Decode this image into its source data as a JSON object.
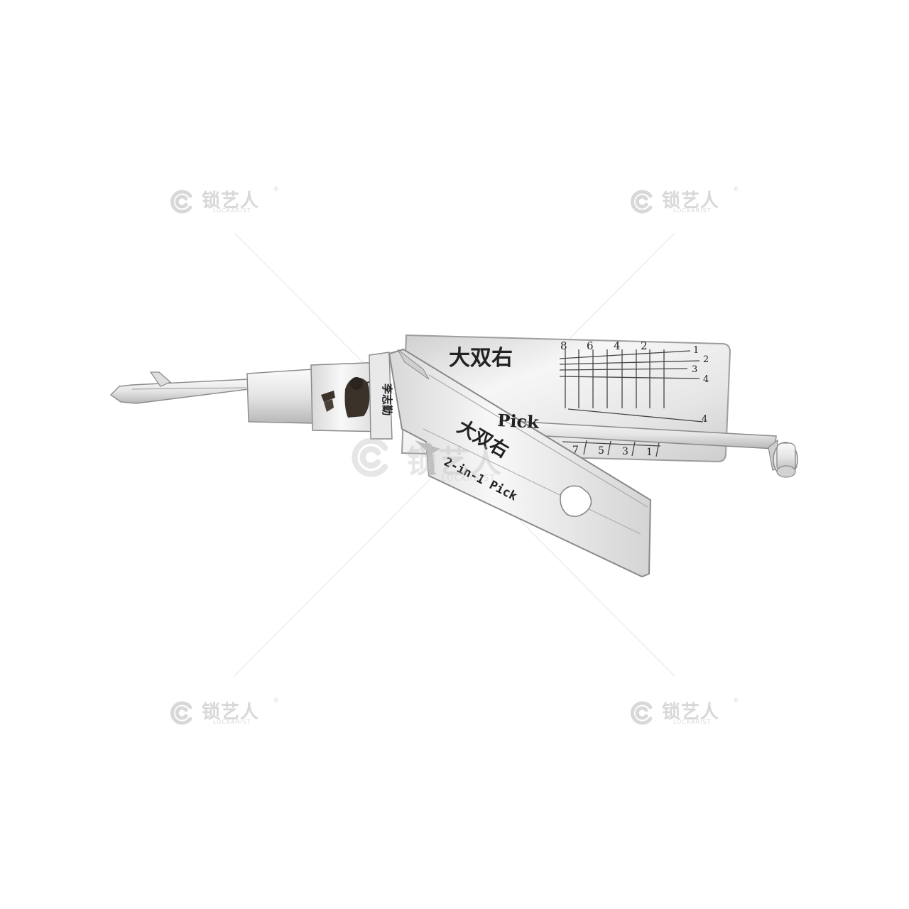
{
  "watermark": {
    "brand_cn": "锁艺人",
    "brand_en": "LOCKARIST",
    "registered": "®"
  },
  "tool": {
    "back_plate": {
      "title": "大双右",
      "label": "Pick",
      "top_numbers": [
        "8",
        "6",
        "4",
        "2"
      ],
      "side_numbers": [
        "1",
        "2",
        "3",
        "4"
      ],
      "lower_number": "4",
      "bottom_numbers": [
        "7",
        "5",
        "3",
        "1"
      ]
    },
    "front_plate": {
      "title": "大双右",
      "label": "2-in-1 Pick"
    },
    "stamp_text": "李志勤"
  },
  "colors": {
    "background": "#ffffff",
    "steel_light": "#eeeeee",
    "steel_mid": "#c9c9c9",
    "steel_dark": "#8c8c8c",
    "ink": "#222222",
    "watermark": "#b9b9b9"
  }
}
